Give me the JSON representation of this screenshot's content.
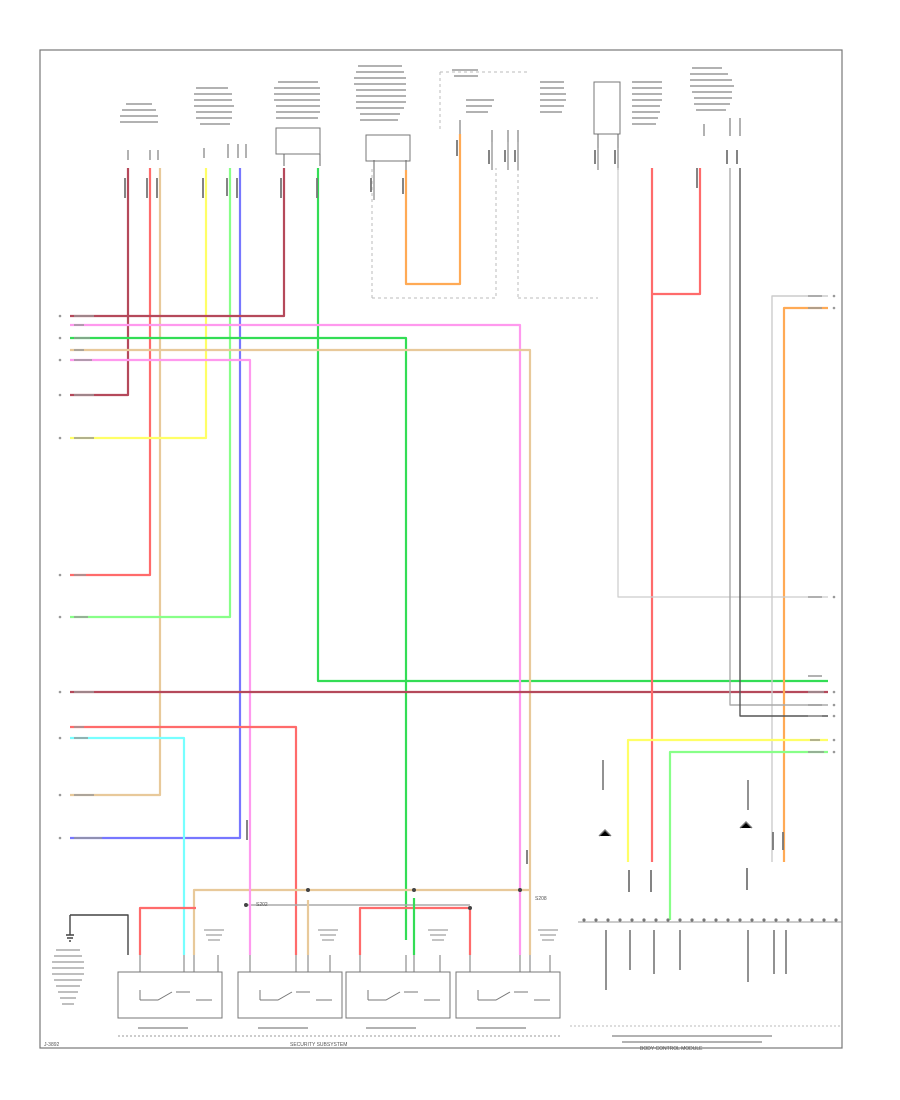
{
  "colors": {
    "border": "#777777",
    "wire_red": "#ff6b6b",
    "wire_dkred": "#b5495b",
    "wire_pink": "#ff99ee",
    "wire_green": "#33dd55",
    "wire_ltgreen": "#88ff88",
    "wire_yellow": "#ffff66",
    "wire_tan": "#e8c99a",
    "wire_blue": "#7777ff",
    "wire_cyan": "#77ffff",
    "wire_orange": "#ffaa55",
    "wire_gray": "#aaaaaa",
    "wire_black": "#444444"
  },
  "diagram": {
    "page_id": "J-3892",
    "splice_labels": [
      "S202",
      "S208"
    ],
    "footer_center": "SECURITY SUBSYSTEM",
    "footer_right": "BODY CONTROL MODULE"
  }
}
